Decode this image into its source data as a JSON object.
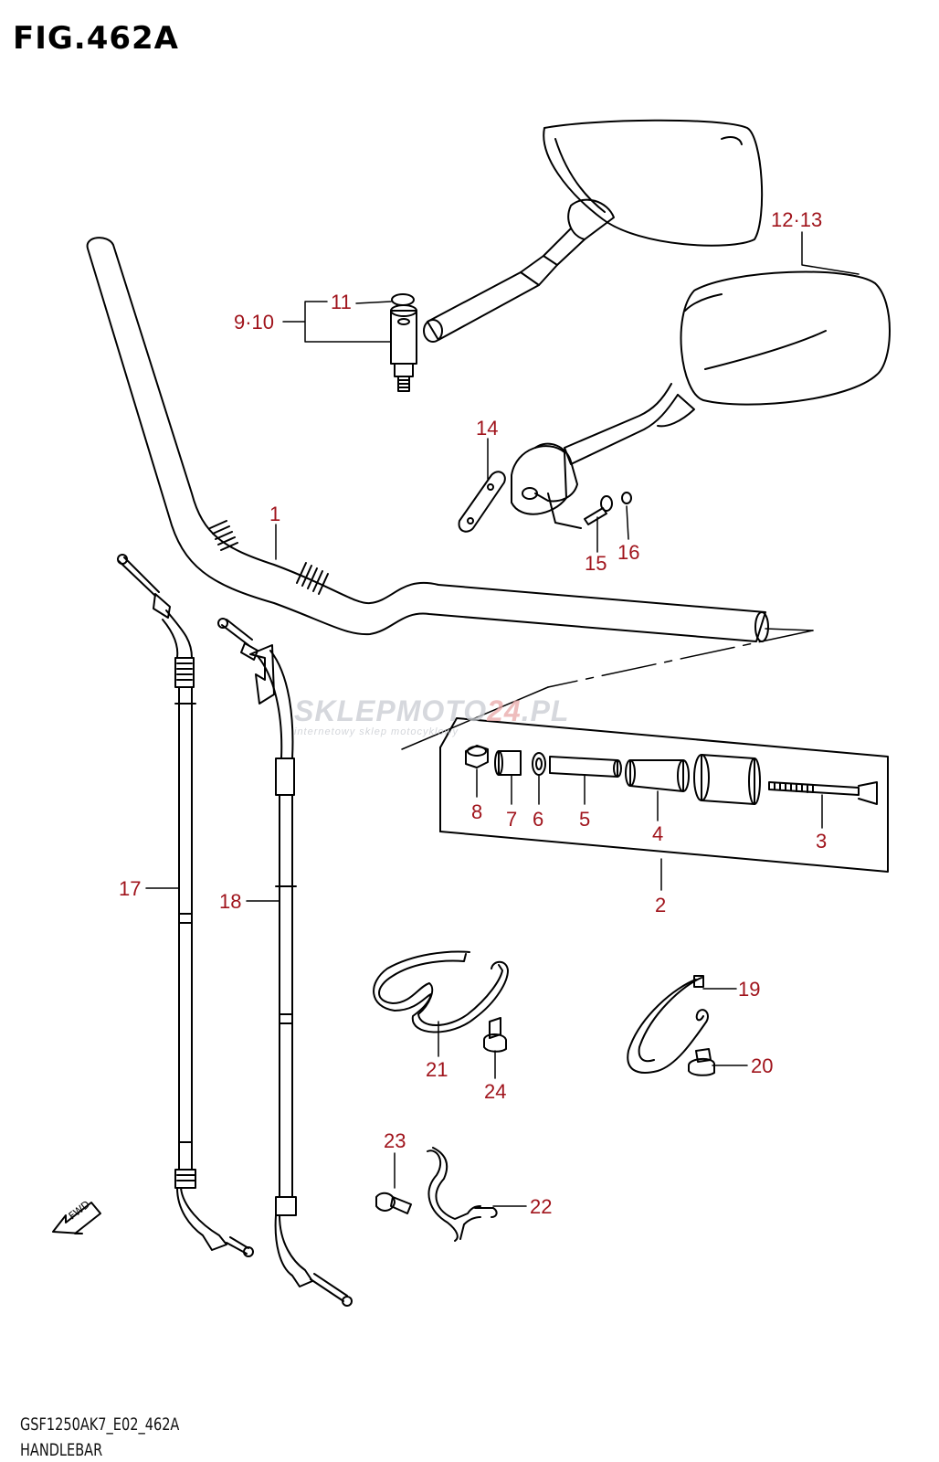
{
  "figure": {
    "title": "FIG.462A",
    "code": "GSF1250AK7_E02_462A",
    "name": "HANDLEBAR"
  },
  "watermark": {
    "brand_main": "SKLEPMOTO",
    "brand_accent": "24",
    "brand_suffix": ".PL",
    "tagline": "internetowy sklep motocyklowy"
  },
  "colors": {
    "callout": "#a0141c",
    "line": "#000000"
  },
  "fwd_label": "FWD",
  "callouts": {
    "c1": "1",
    "c2": "2",
    "c3": "3",
    "c4": "4",
    "c5": "5",
    "c6": "6",
    "c7": "7",
    "c8": "8",
    "c9_10": "9·10",
    "c11": "11",
    "c12_13": "12·13",
    "c14": "14",
    "c15": "15",
    "c16": "16",
    "c17": "17",
    "c18": "18",
    "c19": "19",
    "c20": "20",
    "c21": "21",
    "c22": "22",
    "c23": "23",
    "c24": "24"
  }
}
